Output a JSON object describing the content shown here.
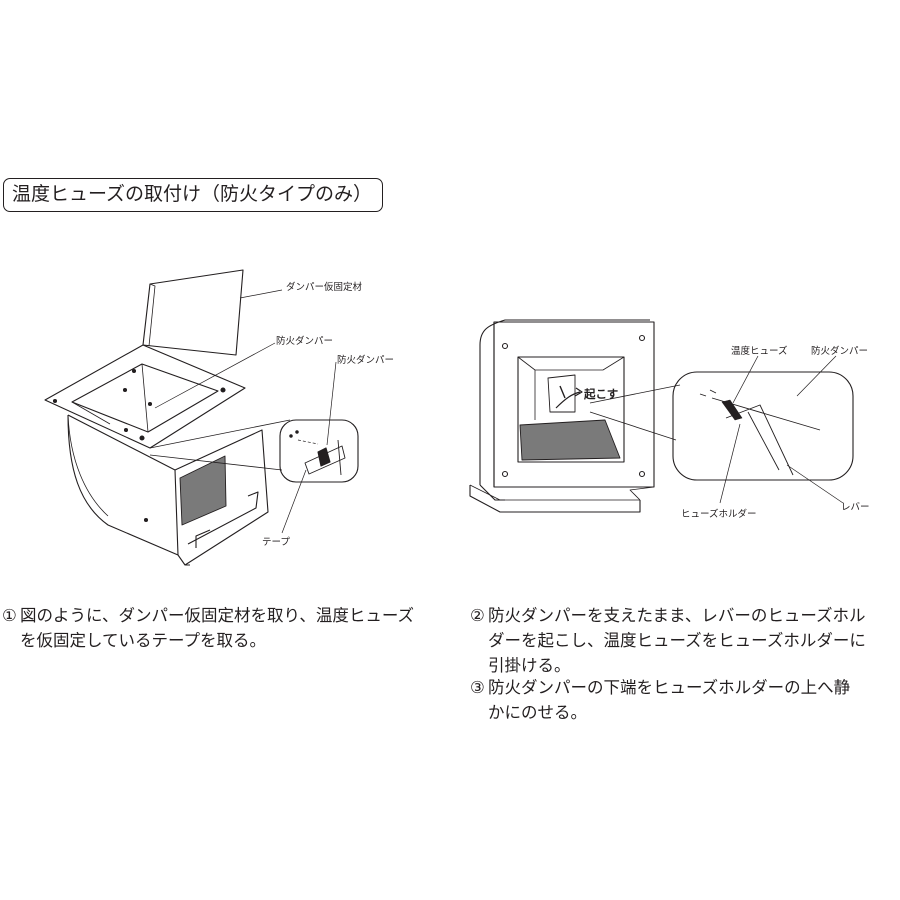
{
  "section_title": "温度ヒューズの取付け（防火タイプのみ）",
  "figure1": {
    "labels": {
      "temp_fix": "ダンパー仮固定材",
      "damper_a": "防火ダンパー",
      "damper_b": "防火ダンパー",
      "tape": "テープ"
    }
  },
  "figure2": {
    "labels": {
      "okosu": "起こす",
      "fuse": "温度ヒューズ",
      "damper": "防火ダンパー",
      "holder": "ヒューズホルダー",
      "lever": "レバー"
    }
  },
  "steps": [
    {
      "num": "①",
      "lines": [
        "図のように、ダンパー仮固定材を取り、温度ヒューズ",
        "を仮固定しているテープを取る。"
      ]
    },
    {
      "num": "②",
      "lines": [
        "防火ダンパーを支えたまま、レバーのヒューズホル",
        "ダーを起こし、温度ヒューズをヒューズホルダーに",
        "引掛ける。"
      ]
    },
    {
      "num": "③",
      "lines": [
        "防火ダンパーの下端をヒューズホルダーの上へ静",
        "かにのせる。"
      ]
    }
  ]
}
